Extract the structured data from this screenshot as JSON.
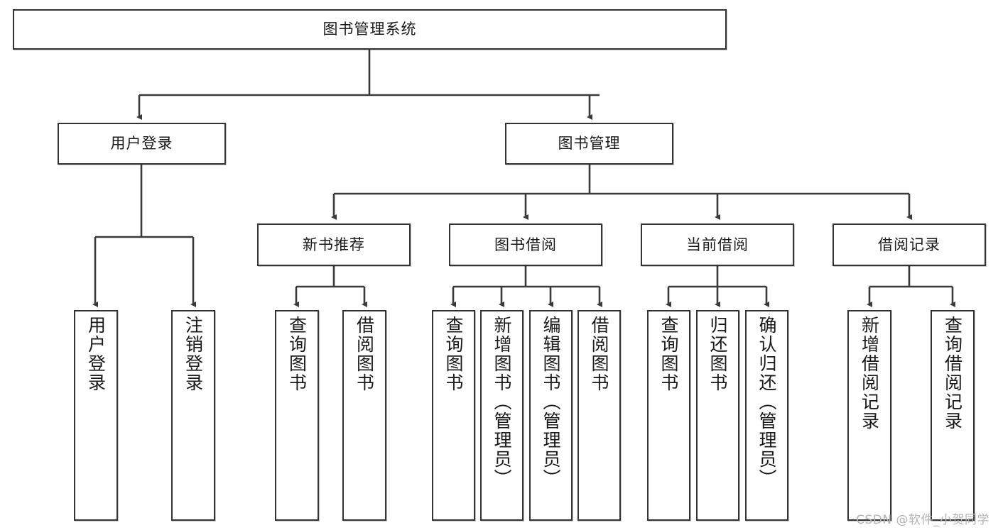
{
  "diagram": {
    "title": "图书管理系统",
    "type": "tree-hierarchy-chart",
    "root": {
      "label": "图书管理系统"
    },
    "level2": [
      {
        "label": "用户登录"
      },
      {
        "label": "图书管理"
      }
    ],
    "level3": [
      {
        "label": "新书推荐"
      },
      {
        "label": "图书借阅"
      },
      {
        "label": "当前借阅"
      },
      {
        "label": "借阅记录"
      }
    ],
    "leaves": {
      "user_login": [
        {
          "label": "用户登录"
        },
        {
          "label": "注销登录"
        }
      ],
      "new_book_recommend": [
        {
          "label": "查询图书"
        },
        {
          "label": "借阅图书"
        }
      ],
      "book_borrow": [
        {
          "label": "查询图书"
        },
        {
          "label": "新增图书（管理员）"
        },
        {
          "label": "编辑图书（管理员）"
        },
        {
          "label": "借阅图书"
        }
      ],
      "current_borrow": [
        {
          "label": "查询图书"
        },
        {
          "label": "归还图书"
        },
        {
          "label": "确认归还（管理员）"
        }
      ],
      "borrow_record": [
        {
          "label": "新增借阅记录"
        },
        {
          "label": "查询借阅记录"
        }
      ]
    }
  },
  "watermark": {
    "text": "CSDN @软件_小贺同学"
  },
  "colors": {
    "node_border": "#333333",
    "node_fill": "#ffffff",
    "edge": "#3a3a3a",
    "text": "#1a1a1a",
    "watermark": "#b4b4b4",
    "background": "#ffffff"
  }
}
